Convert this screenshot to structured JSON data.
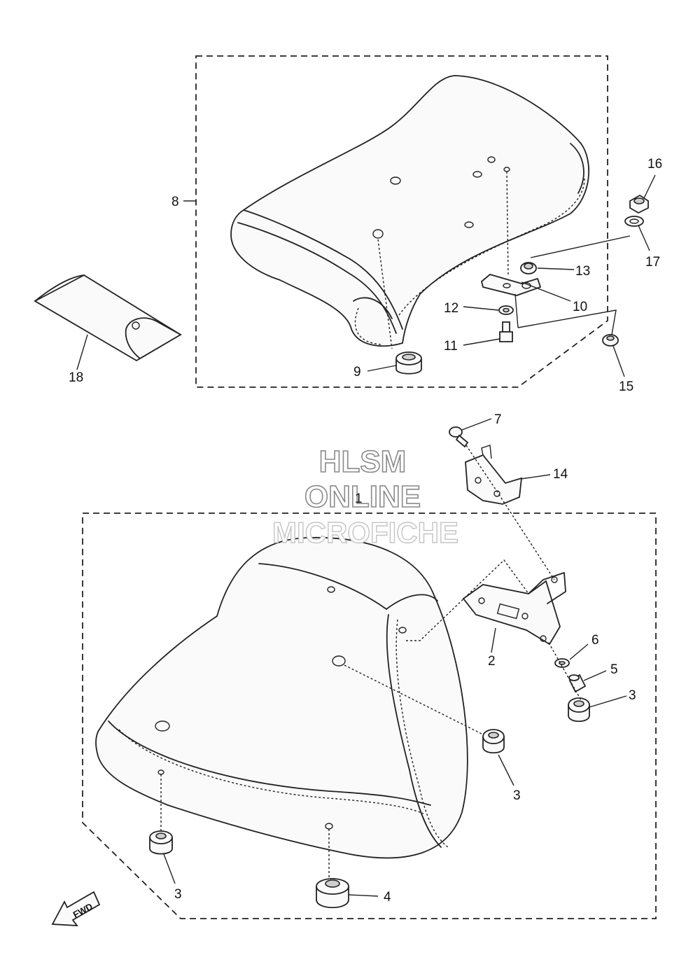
{
  "watermark": {
    "line1": "HLSM",
    "line2": "ONLINE",
    "line3": "MICROFICHE"
  },
  "direction_marker": "FWD",
  "callouts": [
    {
      "id": "c1",
      "number": "1"
    },
    {
      "id": "c2",
      "number": "2"
    },
    {
      "id": "c3a",
      "number": "3"
    },
    {
      "id": "c3b",
      "number": "3"
    },
    {
      "id": "c3c",
      "number": "3"
    },
    {
      "id": "c4",
      "number": "4"
    },
    {
      "id": "c5",
      "number": "5"
    },
    {
      "id": "c6",
      "number": "6"
    },
    {
      "id": "c7",
      "number": "7"
    },
    {
      "id": "c8",
      "number": "8"
    },
    {
      "id": "c9",
      "number": "9"
    },
    {
      "id": "c10",
      "number": "10"
    },
    {
      "id": "c11",
      "number": "11"
    },
    {
      "id": "c12",
      "number": "12"
    },
    {
      "id": "c13",
      "number": "13"
    },
    {
      "id": "c14",
      "number": "14"
    },
    {
      "id": "c15",
      "number": "15"
    },
    {
      "id": "c16",
      "number": "16"
    },
    {
      "id": "c17",
      "number": "17"
    },
    {
      "id": "c18",
      "number": "18"
    }
  ]
}
